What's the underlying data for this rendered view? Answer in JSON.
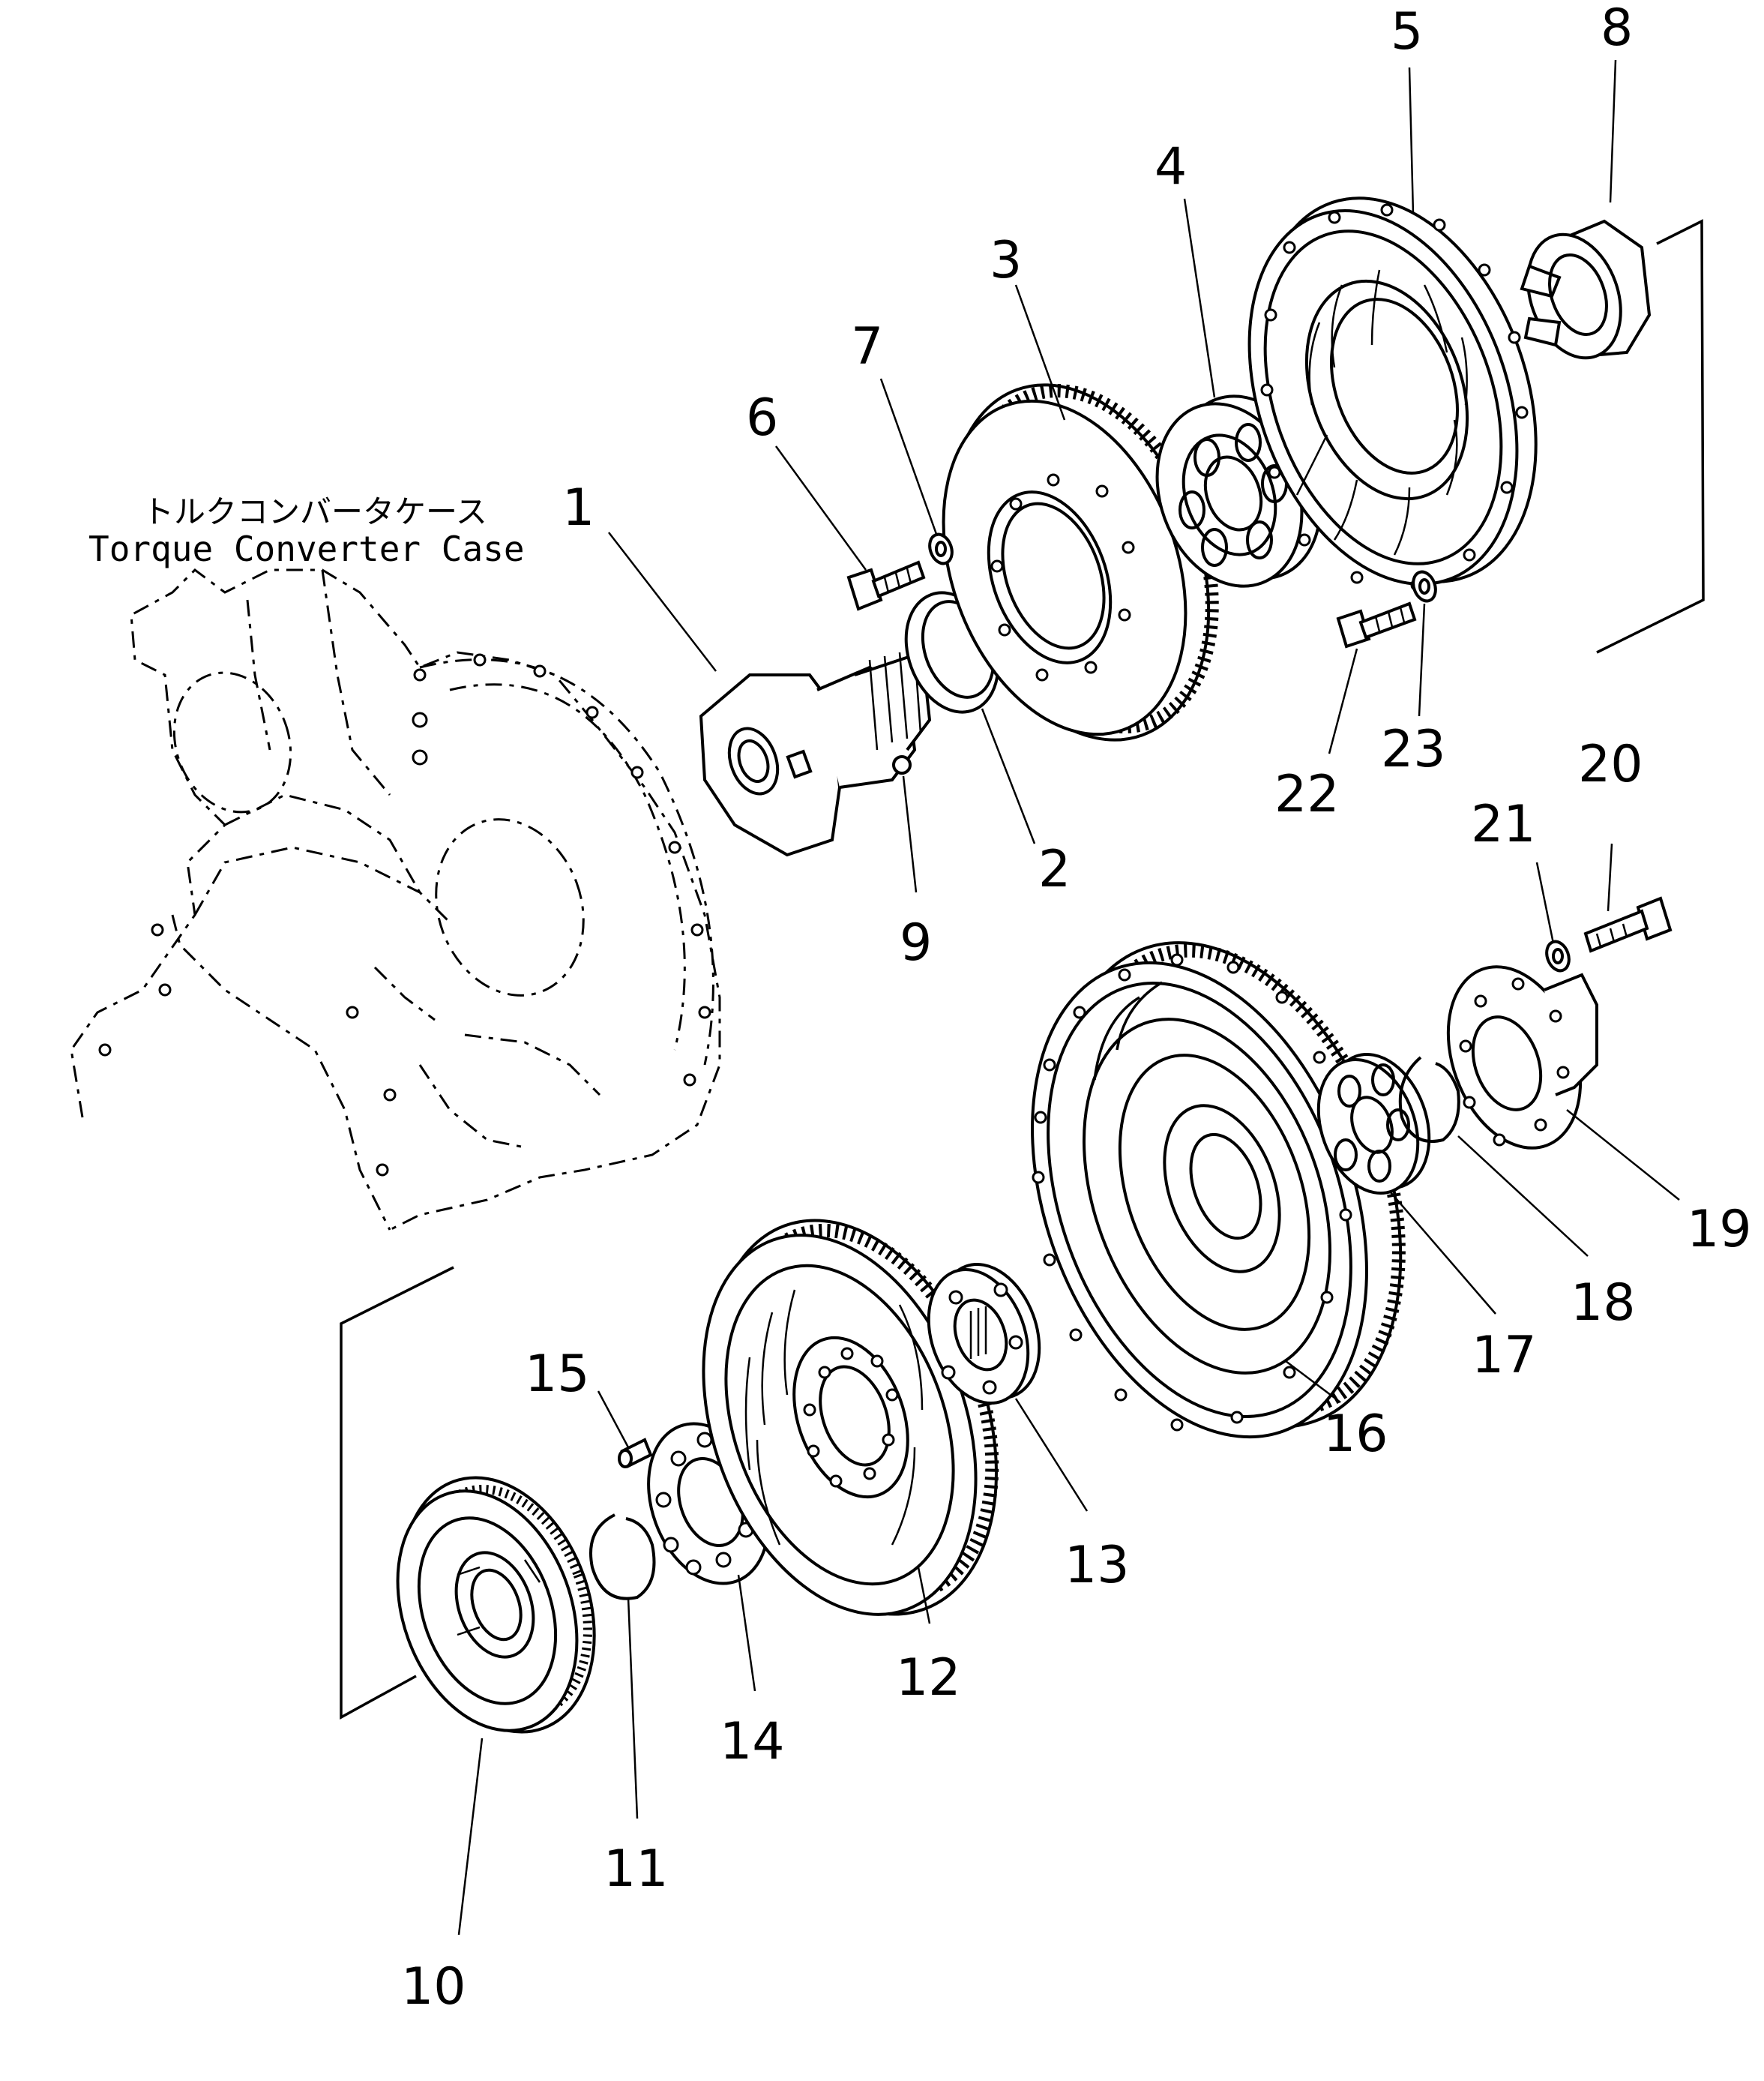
{
  "case_label": {
    "japanese": "トルクコンバータケース",
    "english": "Torque Converter Case"
  },
  "parts": {
    "p1": "1",
    "p2": "2",
    "p3": "3",
    "p4": "4",
    "p5": "5",
    "p6": "6",
    "p7": "7",
    "p8": "8",
    "p9": "9",
    "p10": "10",
    "p11": "11",
    "p12": "12",
    "p13": "13",
    "p14": "14",
    "p15": "15",
    "p16": "16",
    "p17": "17",
    "p18": "18",
    "p19": "19",
    "p20": "20",
    "p21": "21",
    "p22": "22",
    "p23": "23"
  }
}
